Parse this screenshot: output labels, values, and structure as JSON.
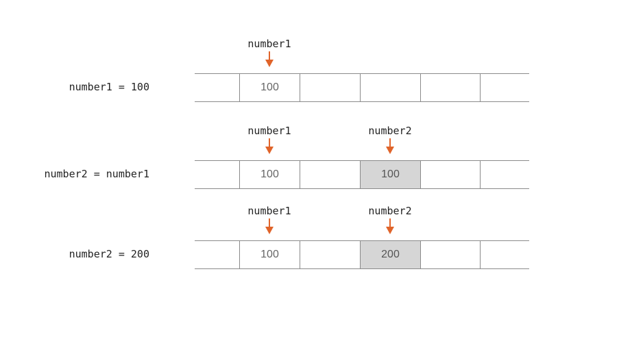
{
  "accent_color": "#e0642a",
  "rows": [
    {
      "statement": "number1 = 100",
      "pointers": [
        {
          "label": "number1",
          "cell": 1
        }
      ],
      "cells": [
        {
          "value": "",
          "shaded": false
        },
        {
          "value": "100",
          "shaded": false
        },
        {
          "value": "",
          "shaded": false
        },
        {
          "value": "",
          "shaded": false
        },
        {
          "value": "",
          "shaded": false
        },
        {
          "value": "",
          "shaded": false
        }
      ]
    },
    {
      "statement": "number2 = number1",
      "pointers": [
        {
          "label": "number1",
          "cell": 1
        },
        {
          "label": "number2",
          "cell": 3
        }
      ],
      "cells": [
        {
          "value": "",
          "shaded": false
        },
        {
          "value": "100",
          "shaded": false
        },
        {
          "value": "",
          "shaded": false
        },
        {
          "value": "100",
          "shaded": true
        },
        {
          "value": "",
          "shaded": false
        },
        {
          "value": "",
          "shaded": false
        }
      ]
    },
    {
      "statement": "number2 = 200",
      "pointers": [
        {
          "label": "number1",
          "cell": 1
        },
        {
          "label": "number2",
          "cell": 3
        }
      ],
      "cells": [
        {
          "value": "",
          "shaded": false
        },
        {
          "value": "100",
          "shaded": false
        },
        {
          "value": "",
          "shaded": false
        },
        {
          "value": "200",
          "shaded": true
        },
        {
          "value": "",
          "shaded": false
        },
        {
          "value": "",
          "shaded": false
        }
      ]
    }
  ]
}
